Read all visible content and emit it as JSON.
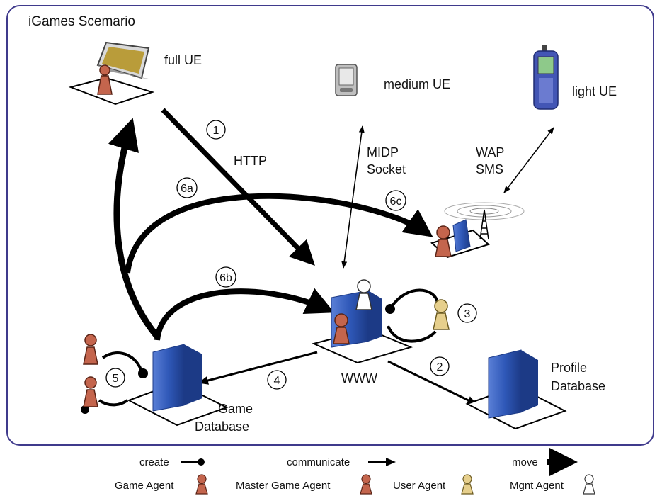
{
  "title": "iGames Scemario",
  "devices": {
    "full": "full UE",
    "medium": "medium UE",
    "light": "light UE"
  },
  "links": {
    "http": "HTTP",
    "midp_line1": "MIDP",
    "midp_line2": "Socket",
    "wap_line1": "WAP",
    "wap_line2": "SMS"
  },
  "nodes": {
    "www": "WWW",
    "game_db_line1": "Game",
    "game_db_line2": "Database",
    "profile_db_line1": "Profile",
    "profile_db_line2": "Database"
  },
  "steps": [
    "1",
    "2",
    "3",
    "4",
    "5",
    "6a",
    "6b",
    "6c"
  ],
  "legend": {
    "create": "create",
    "communicate": "communicate",
    "move": "move",
    "game_agent": "Game Agent",
    "master_game_agent": "Master Game Agent",
    "user_agent": "User Agent",
    "mgnt_agent": "Mgnt Agent"
  },
  "colors": {
    "frame": "#3f3a8c",
    "server": "#2f58b8",
    "game_agent": "#c4654d",
    "user_agent": "#e6cf8c",
    "mgnt_agent": "#ffffff"
  }
}
